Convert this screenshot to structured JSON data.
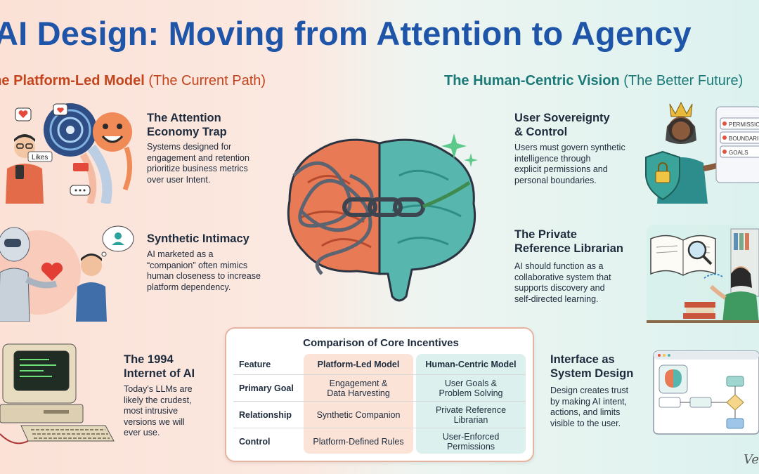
{
  "title": "AI Design: Moving from Attention to Agency",
  "left_header": {
    "bold": "The Platform-Led Model",
    "paren": "(The Current Path)"
  },
  "right_header": {
    "bold": "The Human-Centric Vision",
    "paren": "(The Better Future)"
  },
  "left_items": [
    {
      "title_lines": [
        "The Attention",
        "Economy Trap"
      ],
      "desc_lines": [
        "Systems designed for",
        "engagement and retention",
        "prioritize business metrics",
        "over user Intent."
      ]
    },
    {
      "title_lines": [
        "Synthetic Intimacy"
      ],
      "desc_lines": [
        "AI marketed as a",
        "“companion” often mimics",
        "human closeness to increase",
        "platform dependency."
      ]
    },
    {
      "title_lines": [
        "The 1994",
        "Internet of AI"
      ],
      "desc_lines": [
        "Today's LLMs are",
        "likely the crudest,",
        "most intrusive",
        "versions we will",
        "ever use."
      ]
    }
  ],
  "right_items": [
    {
      "title_lines": [
        "User Sovereignty",
        "& Control"
      ],
      "desc_lines": [
        "Users must govern synthetic",
        "intelligence through",
        "explicit permissions and",
        "personal boundaries."
      ]
    },
    {
      "title_lines": [
        "The Private",
        "Reference Librarian"
      ],
      "desc_lines": [
        "AI should function as a",
        "collaborative system that",
        "supports discovery and",
        "self-directed learning."
      ]
    },
    {
      "title_lines": [
        "Interface as",
        "System Design"
      ],
      "desc_lines": [
        "Design creates trust",
        "by making AI intent,",
        "actions, and limits",
        "visible to the user."
      ]
    }
  ],
  "illustration_labels": {
    "likes_tag": "Likes",
    "permissions_tag": "PERMISSIONS",
    "boundaries_tag": "BOUNDARIES",
    "goals_tag": "GOALS"
  },
  "comparison": {
    "title": "Comparison of Core Incentives",
    "headers": [
      "Feature",
      "Platform-Led Model",
      "Human-Centric Model"
    ],
    "rows": [
      {
        "feature": "Primary Goal",
        "platform_lines": [
          "Engagement &",
          "Data Harvesting"
        ],
        "human_lines": [
          "User Goals &",
          "Problem Solving"
        ]
      },
      {
        "feature": "Relationship",
        "platform_lines": [
          "Synthetic Companion"
        ],
        "human_lines": [
          "Private Reference",
          "Librarian"
        ]
      },
      {
        "feature": "Control",
        "platform_lines": [
          "Platform-Defined Rules"
        ],
        "human_lines": [
          "User-Enforced",
          "Permissions"
        ]
      }
    ]
  },
  "signature": "Ve",
  "colors": {
    "title_blue": "#1f55a8",
    "platform_orange": "#c4441d",
    "human_teal": "#1b7a78"
  }
}
